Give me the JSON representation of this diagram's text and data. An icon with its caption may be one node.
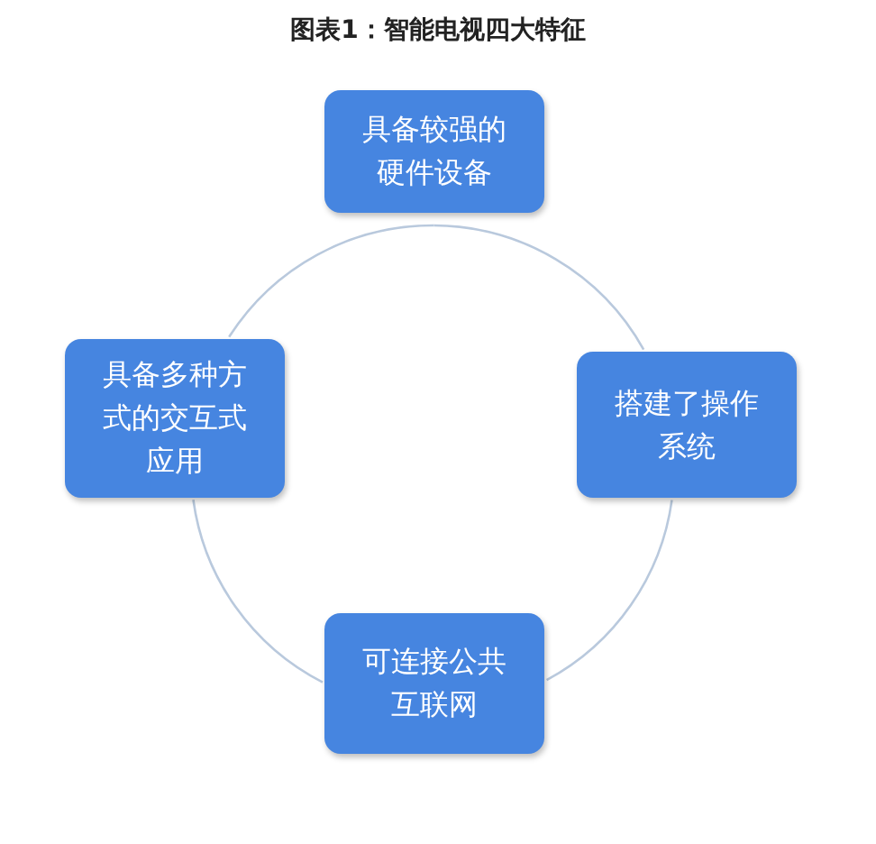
{
  "diagram": {
    "title": "图表1：智能电视四大特征",
    "nodes": [
      {
        "text": [
          "具备较强的硬件设备"
        ]
      },
      {
        "text": [
          "具备多种方式的交互式应用"
        ]
      },
      {
        "text": [
          "搭建了操作系统"
        ]
      },
      {
        "text": [
          "可连接公共互联网"
        ]
      }
    ],
    "edges": [
      {
        "from": 0,
        "to": 2,
        "arrow": "none"
      },
      {
        "from": 2,
        "to": 3,
        "arrow": "none"
      },
      {
        "from": 3,
        "to": 1,
        "arrow": "none"
      },
      {
        "from": 1,
        "to": 0,
        "arrow": "none"
      }
    ]
  }
}
